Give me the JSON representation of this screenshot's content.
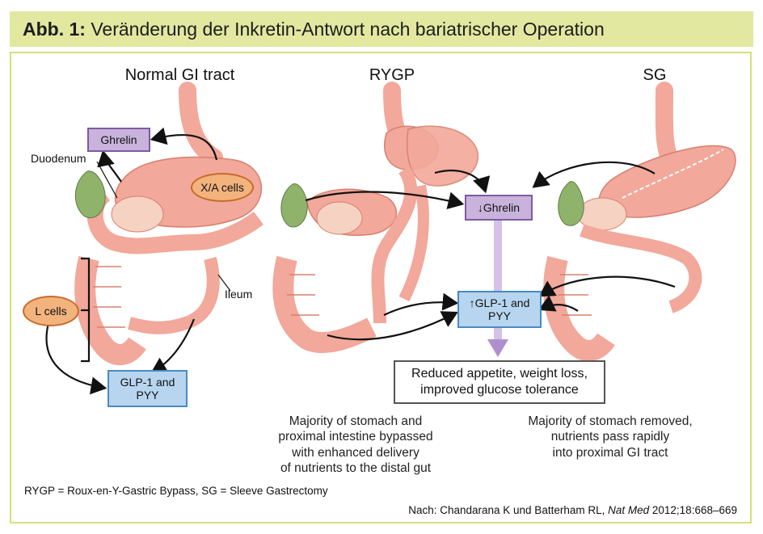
{
  "header": {
    "label_bold": "Abb. 1:",
    "title": "Veränderung der Inkretin-Antwort nach bariatrischer Operation"
  },
  "columns": {
    "normal": "Normal GI tract",
    "rygp": "RYGP",
    "sg": "SG"
  },
  "normal_panel": {
    "ghrelin": "Ghrelin",
    "duodenum": "Duodenum",
    "xa_cells": "X/A cells",
    "l_cells": "L cells",
    "ileum": "Ileum",
    "glp1_line1": "GLP-1 and",
    "glp1_line2": "PYY"
  },
  "center": {
    "ghrelin_down": "↓Ghrelin",
    "glp1_up_line1": "↑GLP-1 and",
    "glp1_up_line2": "PYY",
    "result_line1": "Reduced appetite, weight loss,",
    "result_line2": "improved glucose tolerance"
  },
  "captions": {
    "rygp": [
      "Majority of stomach and",
      "proximal intestine bypassed",
      "with enhanced delivery",
      "of nutrients to the distal gut"
    ],
    "sg": [
      "Majority of stomach removed,",
      "nutrients pass rapidly",
      "into proximal GI tract"
    ]
  },
  "footer": {
    "abbrev": "RYGP = Roux-en-Y-Gastric Bypass, SG = Sleeve Gastrectomy",
    "source_prefix": "Nach: Chandarana K und Batterham RL, ",
    "source_journal": "Nat Med",
    "source_suffix": " 2012;18:668–669"
  },
  "colors": {
    "header_bg": "#e2e8a0",
    "frame": "#d6df7a",
    "tissue": "#f2a89a",
    "gallbladder": "#8fb36a",
    "ghrelin_box": "#c9b3dd",
    "glp_box": "#b7d5ef",
    "cell_oval": "#f2b37d"
  }
}
